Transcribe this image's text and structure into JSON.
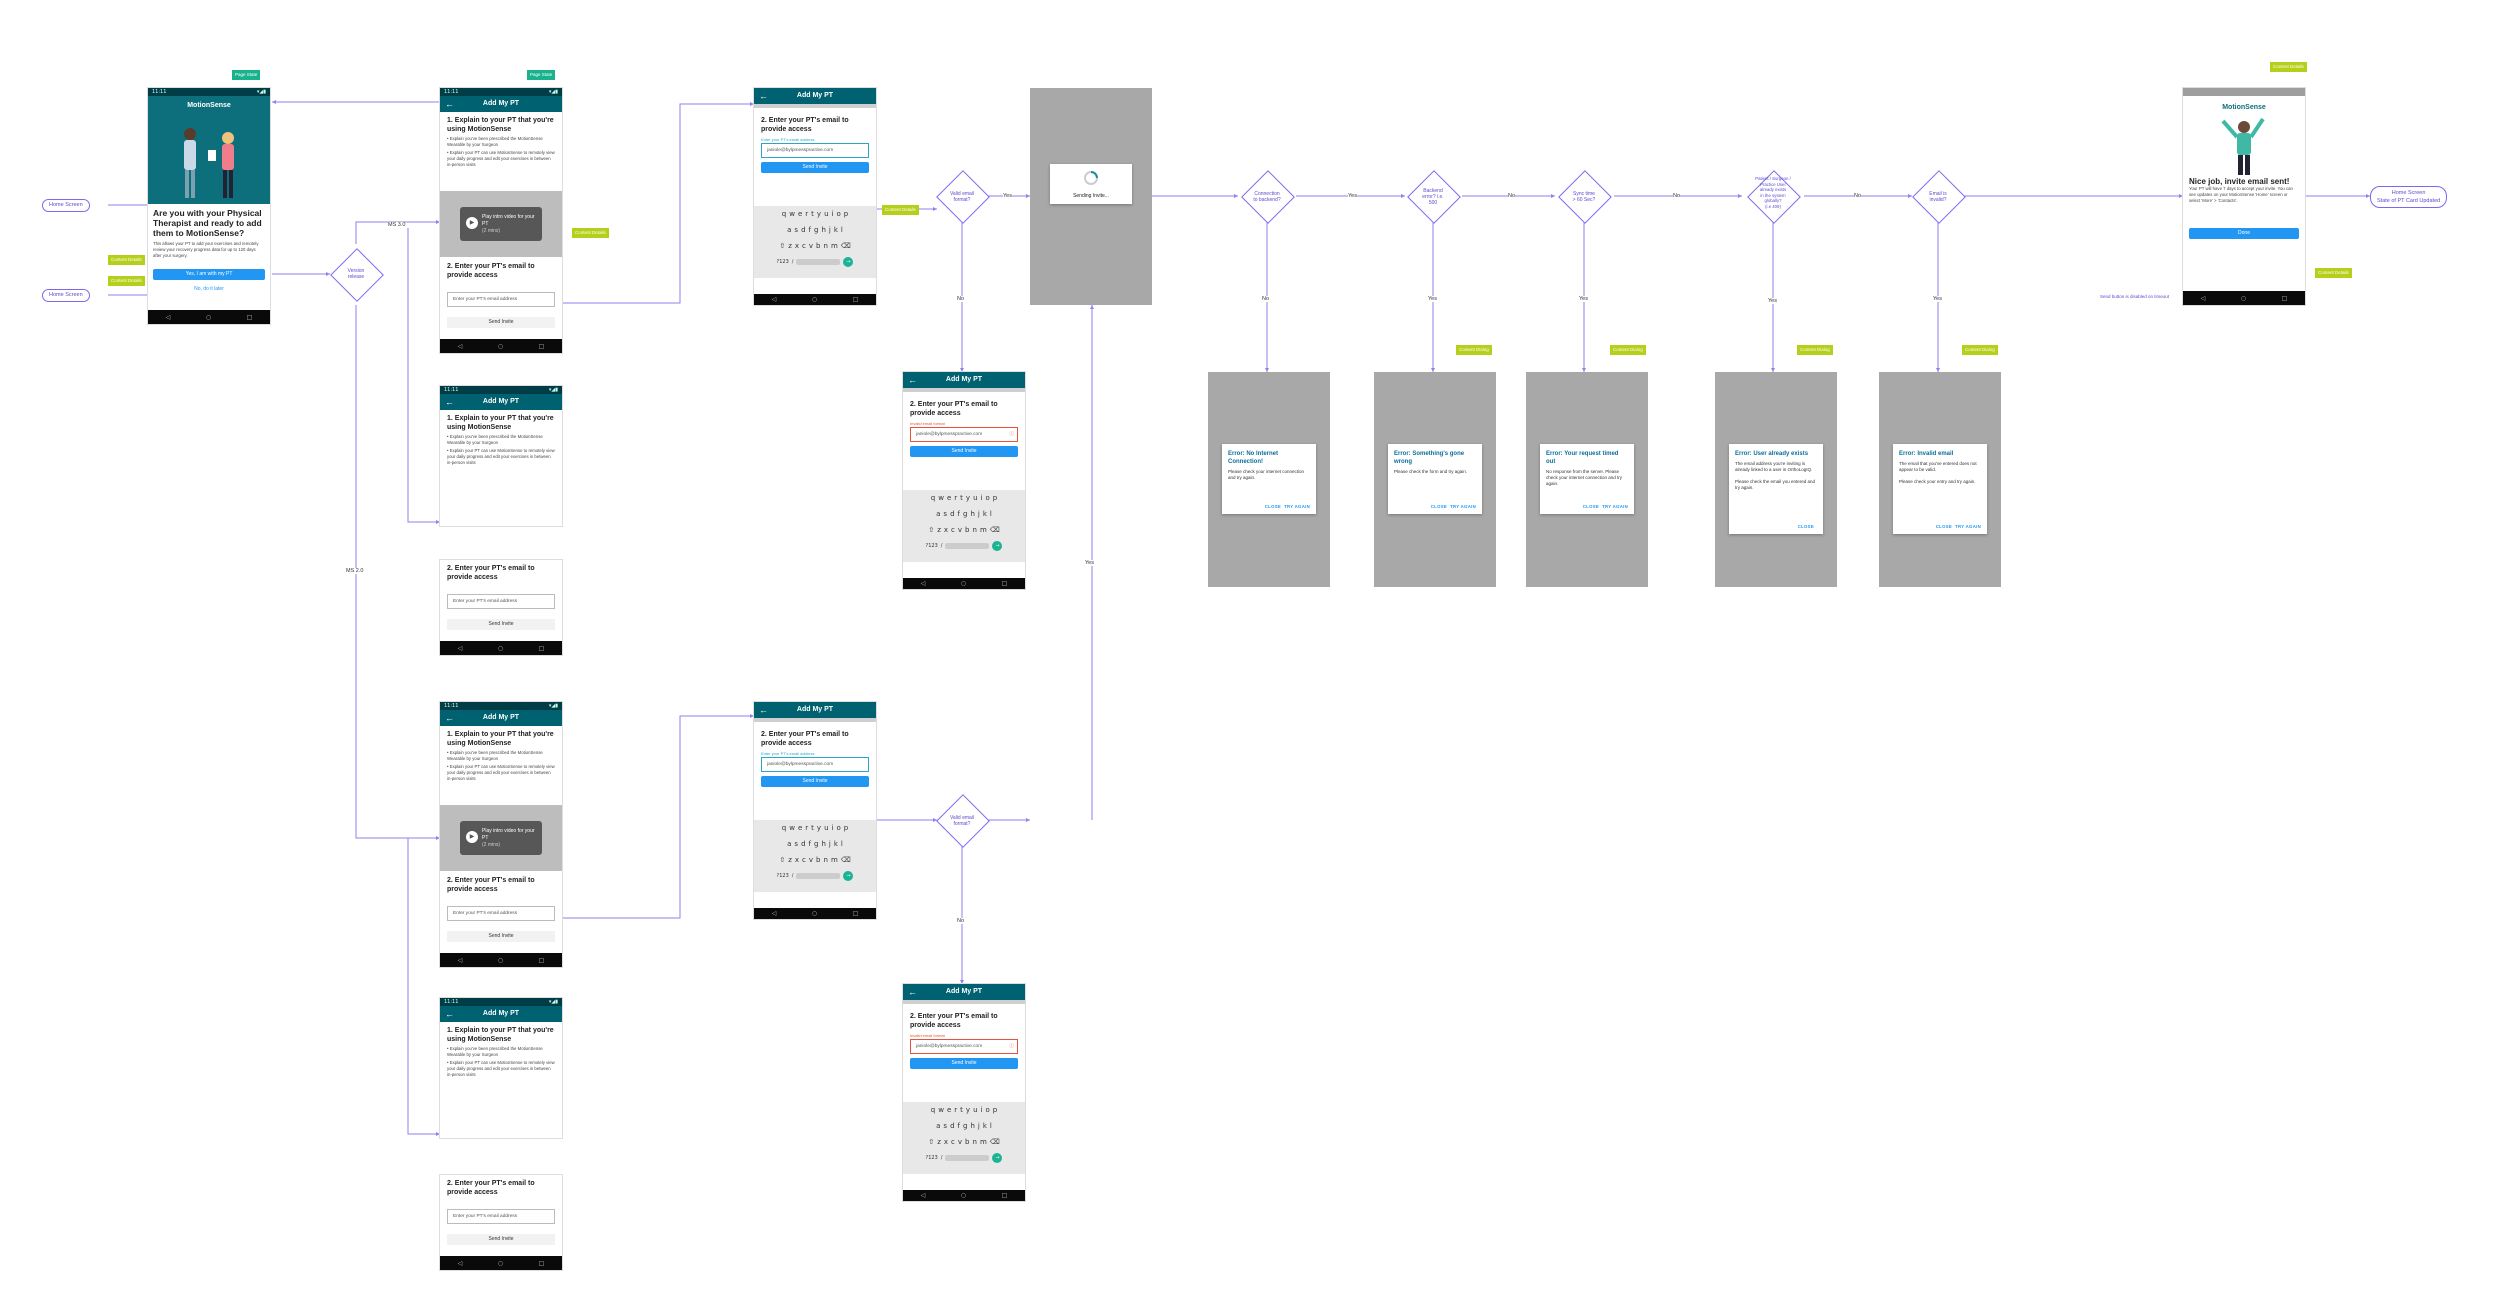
{
  "colors": {
    "teal_dark": "#003d46",
    "teal": "#006170",
    "accent": "#2196f3",
    "connector": "#7b68ee",
    "sticky_green": "#b5cf1a",
    "sticky_teal": "#18b28c"
  },
  "status": {
    "time": "11:11",
    "icons": "▾◢▮"
  },
  "nav_icons": [
    "◁",
    "○",
    "□"
  ],
  "brand": "MotionSense",
  "welcome": {
    "title": "Are you with your Physical Therapist and ready to add them to MotionSense?",
    "body": "This allows your PT to add your exercises and remotely review your recovery progress data for up to 120 days after your surgery.",
    "primary": "Yes, I am with my PT",
    "secondary": "No, do it later"
  },
  "add_pt": {
    "title": "Add My PT",
    "step1": "1. Explain to your PT that you're using MotionSense",
    "bullet1": "Explain you've been prescribed the MotionSense Wearable by your Surgeon",
    "bullet2": "Explain your PT can use MotionSense to remotely view your daily progress and edit your exercises in between in-person visits",
    "video_label": "Play intro video for your PT",
    "video_time": "(2 mins)",
    "step2": "2. Enter your PT's email to provide access",
    "placeholder": "Enter your PT's email address",
    "field_label": "Enter your PT's email address",
    "email_value": "janiole@bylpmesspractive.com",
    "send": "Send Invite",
    "invalid_label": "Invalid email format"
  },
  "keyboard": {
    "row1": [
      "q",
      "w",
      "e",
      "r",
      "t",
      "y",
      "u",
      "i",
      "o",
      "p"
    ],
    "row2": [
      "a",
      "s",
      "d",
      "f",
      "g",
      "h",
      "j",
      "k",
      "l"
    ],
    "row3": [
      "⇧",
      "z",
      "x",
      "c",
      "v",
      "b",
      "n",
      "m",
      "⌫"
    ],
    "row4_left": "?123",
    "row4_mid": "/",
    "row4_right": "→"
  },
  "sending": "Sending Invite...",
  "success": {
    "title": "Nice job, invite email sent!",
    "body": "Your PT will have 7 days to accept your invite. You can see updates on your MotionSense 'Home' screen or select 'More' > 'Contacts'.",
    "done": "Done",
    "note": "Send button is disabled on timeout"
  },
  "errors": [
    {
      "title": "Error: No Internet Connection!",
      "body": "Please check your internet connection and try again.",
      "a1": "CLOSE",
      "a2": "TRY AGAIN"
    },
    {
      "title": "Error: Something's gone wrong",
      "body": "Please check the form and try again.",
      "a1": "CLOSE",
      "a2": "TRY AGAIN"
    },
    {
      "title": "Error: Your request timed out",
      "body": "No response from the server. Please check your internet connection and try again.",
      "a1": "CLOSE",
      "a2": "TRY AGAIN"
    },
    {
      "title": "Error: User already exists",
      "body": "The email address you're inviting is already linked to a user in OrthoLogIQ.\n\nPlease check the email you entered and try again.",
      "a1": "CLOSE",
      "a2": ""
    },
    {
      "title": "Error: Invalid email",
      "body": "The email that you've entered does not appear to be valid.\n\nPlease check your entry and try again.",
      "a1": "CLOSE",
      "a2": "TRY AGAIN"
    }
  ],
  "flow": {
    "home1": "Home Screen",
    "home2": "Home Screen",
    "d_version": "Version\nrelease",
    "v3": "MS 3.0",
    "v2": "MS 2.0",
    "d_valid": "Valid email\nformat?",
    "d_valid2": "Valid email\nformat?",
    "d_conn": "Connection\nto backend?",
    "d_backend": "Backend\nerror? i.e.\n500",
    "d_time": "Sync time\n> 60 Sec?",
    "d_exists": "Patient / Surgeon /\nPractice User\nalready exists\nin the system\nglobally?\n(i.e 409)",
    "d_invalid": "Email is\ninvalid?",
    "yes": "Yes",
    "no": "No",
    "end1": "Home Screen",
    "end2": "State of PT Card Updated"
  },
  "stickies": {
    "page_state": "Page State",
    "content_details": "Content Details",
    "content_dialog": "Content Dialog"
  }
}
